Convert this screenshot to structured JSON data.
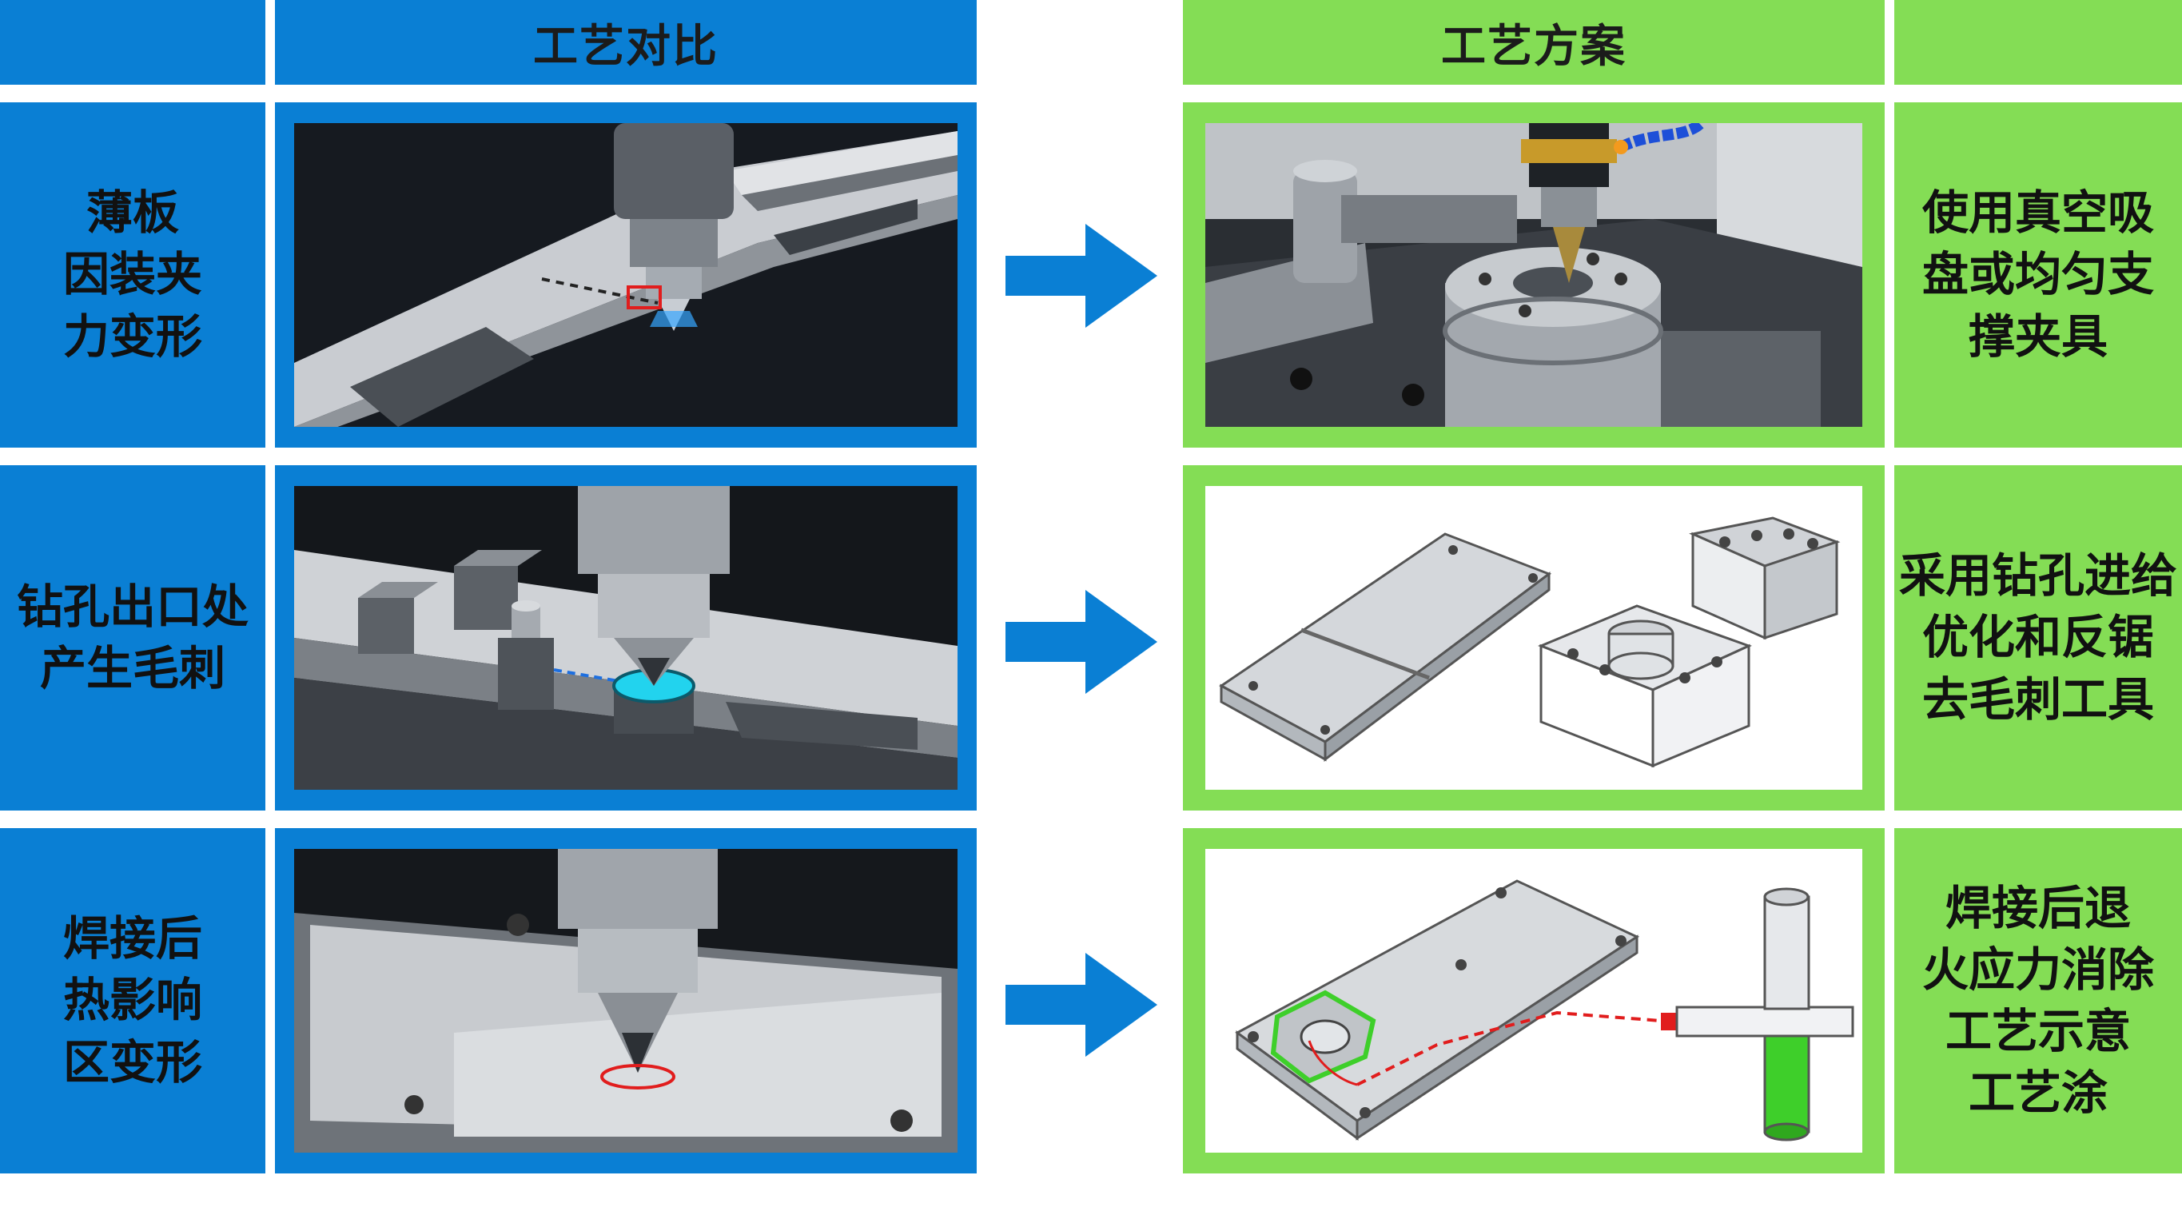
{
  "headers": {
    "left": "工艺对比",
    "right": "工艺方案"
  },
  "rows": [
    {
      "problem": [
        "薄板",
        "因装夹",
        "力变形"
      ],
      "solution": [
        "使用真空吸",
        "盘或均匀支",
        "撑夹具"
      ]
    },
    {
      "problem": [
        "钻孔出口处",
        "产生毛刺"
      ],
      "solution": [
        "采用钻孔进给",
        "优化和反锯",
        "去毛刺工具"
      ]
    },
    {
      "problem": [
        "焊接后",
        "热影响",
        "区变形"
      ],
      "solution": [
        "焊接后退",
        "火应力消除",
        "工艺示意",
        "工艺涂"
      ]
    }
  ],
  "colors": {
    "problem_column": "#0a7fd4",
    "solution_column": "#84dd55",
    "arrow": "#0a7fd4",
    "highlight_cyan": "#22d3ee",
    "highlight_red": "#e11d1d",
    "highlight_green": "#3ecf2a"
  },
  "icons": {
    "row1_problem_image": "thin-plate-clamp-deformation-illustration",
    "row1_solution_image": "vacuum-chuck-fixture-photo",
    "row2_problem_image": "drill-exit-burr-illustration",
    "row2_solution_image": "plate-and-fixture-block-drawing",
    "row3_problem_image": "weld-heat-affected-zone-illustration",
    "row3_solution_image": "stress-relief-annealing-diagram",
    "arrow": "right-arrow-icon"
  }
}
